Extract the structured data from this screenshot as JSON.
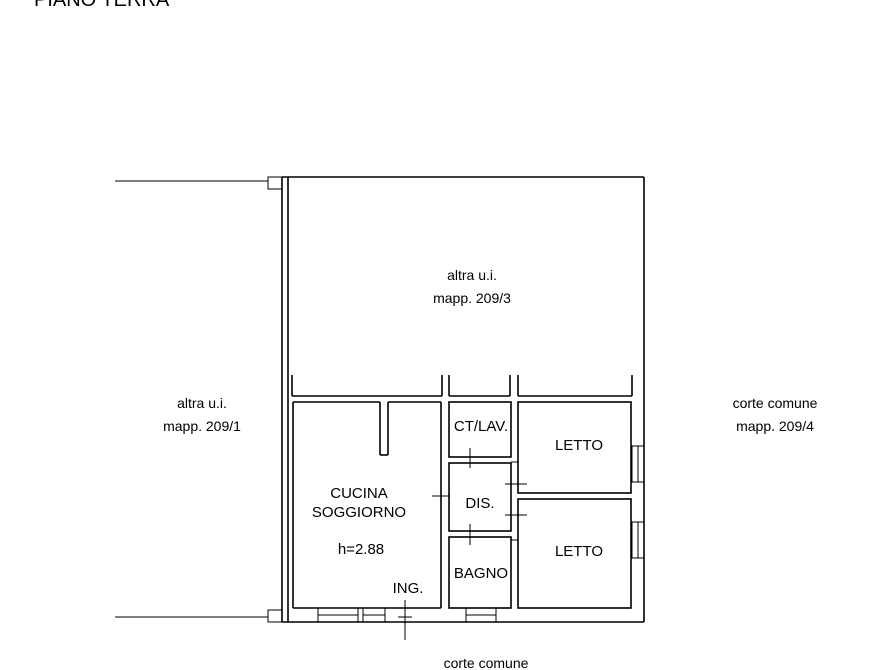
{
  "title": "PIANO TERRA",
  "surroundings": {
    "north_unit": {
      "line1": "altra u.i.",
      "line2": "mapp. 209/3"
    },
    "west_unit": {
      "line1": "altra u.i.",
      "line2": "mapp. 209/1"
    },
    "east_court": {
      "line1": "corte comune",
      "line2": "mapp. 209/4"
    },
    "south_court": {
      "line1": "corte comune"
    }
  },
  "rooms": {
    "cucina_line1": "CUCINA",
    "cucina_line2": "SOGGIORNO",
    "height": "h=2.88",
    "entrance": "ING.",
    "ct_lav": "CT/LAV.",
    "dis": "DIS.",
    "bagno": "BAGNO",
    "letto_1": "LETTO",
    "letto_2": "LETTO"
  }
}
